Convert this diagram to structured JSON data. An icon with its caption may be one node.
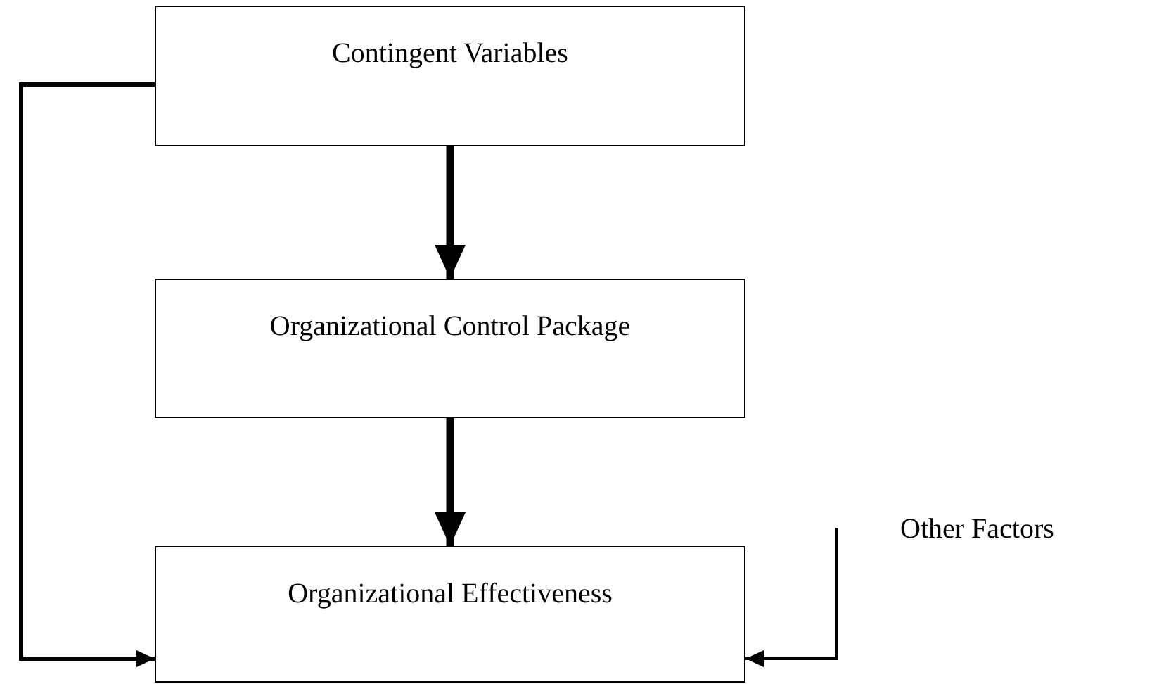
{
  "diagram": {
    "nodes": [
      {
        "text": [
          "Contingent Variables"
        ]
      },
      {
        "text": [
          "Organizational Control Package"
        ]
      },
      {
        "text": [
          "Organizational Effectiveness"
        ]
      },
      {
        "text": [
          "Other Factors"
        ]
      }
    ],
    "edges": [
      {
        "from": 0,
        "to": 1,
        "arrow": "to",
        "style": "thick"
      },
      {
        "from": 1,
        "to": 2,
        "arrow": "to",
        "style": "thick"
      },
      {
        "from": 0,
        "to": 2,
        "arrow": "to"
      },
      {
        "from": 3,
        "to": 2,
        "arrow": "to"
      }
    ]
  }
}
